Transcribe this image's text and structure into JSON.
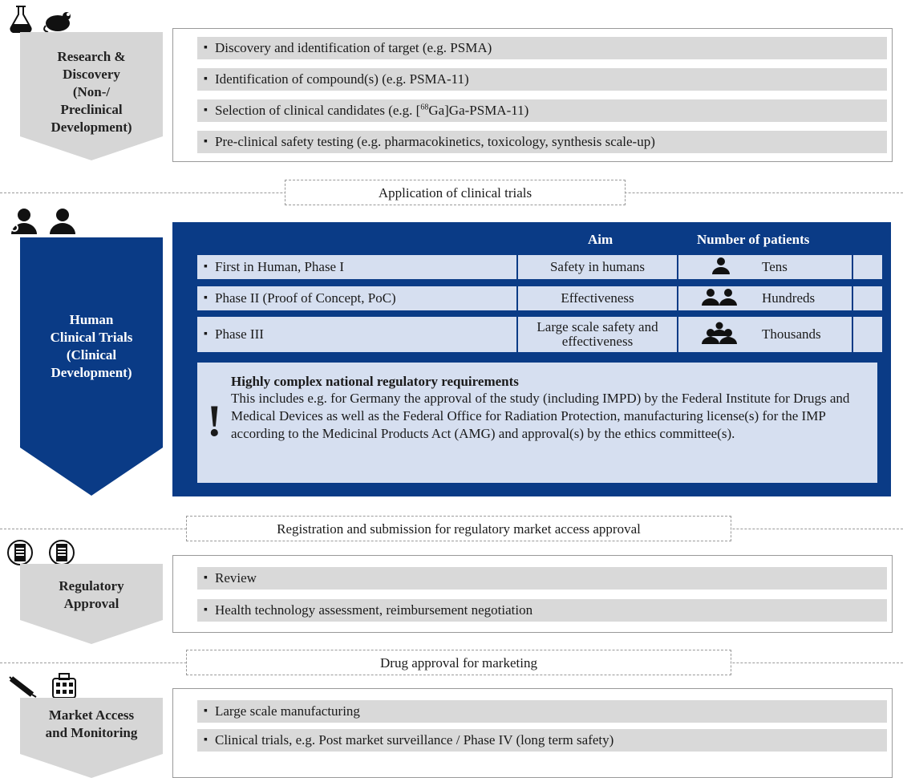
{
  "stages": {
    "research": {
      "label": "Research &\nDiscovery\n(Non-/\nPreclinical\nDevelopment)",
      "items": [
        "Discovery and identification of  target (e.g. PSMA)",
        "Identification of compound(s) (e.g. PSMA-11)",
        "Selection of clinical candidates (e.g. [",
        "Pre-clinical safety testing (e.g. pharmacokinetics, toxicology, synthesis scale-up)"
      ],
      "item3_sup": "68",
      "item3_tail": "Ga]Ga-PSMA-11)"
    },
    "clinical": {
      "label": "Human\nClinical Trials\n(Clinical\nDevelopment)",
      "header_aim": "Aim",
      "header_patients": "Number of patients",
      "phases": [
        {
          "phase": "First in Human, Phase I",
          "aim": "Safety in humans",
          "patients": "Tens"
        },
        {
          "phase": "Phase II  (Proof of Concept, PoC)",
          "aim": "Effectiveness",
          "patients": "Hundreds"
        },
        {
          "phase": "Phase III",
          "aim": "Large scale safety and effectiveness",
          "patients": "Thousands"
        }
      ],
      "notice_title": "Highly complex national regulatory requirements",
      "notice_body": "This includes e.g. for Germany the approval of the study (including IMPD) by the Federal Institute for Drugs and Medical Devices as well as the Federal Office for Radiation Protection, manufacturing license(s) for the IMP according to the Medicinal Products Act (AMG) and approval(s) by the ethics committee(s).",
      "notice_mark": "!"
    },
    "regulatory": {
      "label": "Regulatory\nApproval",
      "items": [
        "Review",
        "Health technology assessment, reimbursement negotiation"
      ]
    },
    "market": {
      "label": "Market Access\nand Monitoring",
      "items": [
        "Large scale manufacturing",
        "Clinical trials, e.g. Post market surveillance / Phase IV (long term safety)"
      ]
    }
  },
  "transitions": [
    "Application of clinical trials",
    "Registration and submission for regulatory market access approval",
    "Drug approval for marketing"
  ],
  "colors": {
    "blue": "#0a3b86",
    "gray": "#d6d6d6",
    "light_blue": "#d6dff0"
  },
  "icons": [
    "flask-icon",
    "mouse-icon",
    "stethoscope-person-icon",
    "person-icon",
    "document-icon",
    "document-icon",
    "syringe-icon",
    "pill-pack-icon",
    "person-icon",
    "people-icon",
    "group-icon",
    "exclamation-icon"
  ]
}
